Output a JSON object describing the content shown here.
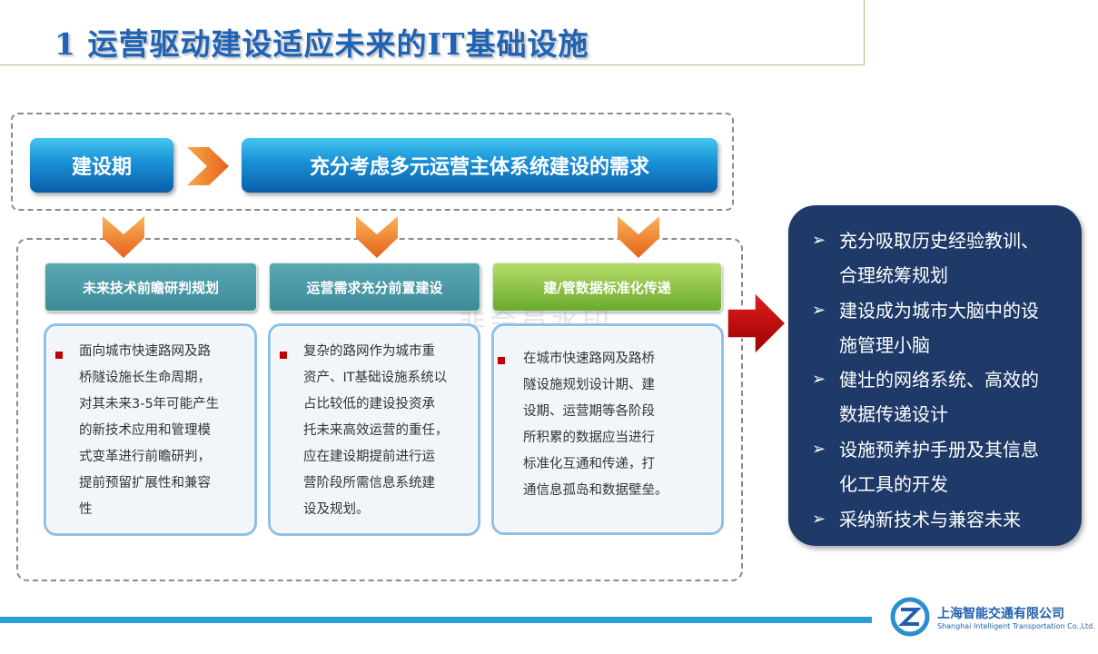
{
  "slide": {
    "title": "1 运营驱动建设适应未来的IT基础设施"
  },
  "header": {
    "phase_label": "建设期",
    "need_label": "充分考虑多元运营主体系统建设的需求"
  },
  "columns": [
    {
      "heading": "未来技术前瞻研判规划",
      "lines": [
        "面向城市快速路网及路",
        "桥隧设施长生命周期，",
        "对其未来3-5年可能产生",
        "的新技术应用和管理模",
        "式变革进行前瞻研判，",
        "提前预留扩展性和兼容",
        "性"
      ]
    },
    {
      "heading": "运营需求充分前置建设",
      "lines": [
        "复杂的路网作为城市重",
        "资产、IT基础设施系统以",
        "占比较低的建设投资承",
        "托未来高效运营的重任，",
        "应在建设期提前进行运",
        "营阶段所需信息系统建",
        "设及规划。"
      ]
    },
    {
      "heading": "建/管数据标准化传递",
      "lines": [
        "在城市快速路网及路桥",
        "隧设施规划设计期、建",
        "设期、运营期等各阶段",
        "所积累的数据应当进行",
        "标准化互通和传递，打",
        "通信息孤岛和数据壁垒。"
      ]
    }
  ],
  "panel": {
    "items": [
      {
        "lines": [
          "充分吸取历史经验教训、",
          "合理统筹规划"
        ]
      },
      {
        "lines": [
          "建设成为城市大脑中的设",
          "施管理小脑"
        ]
      },
      {
        "lines": [
          "健壮的网络系统、高效的",
          "数据传递设计"
        ]
      },
      {
        "lines": [
          "设施预养护手册及其信息",
          "化工具的开发"
        ]
      },
      {
        "lines": [
          "采纳新技术与兼容未来"
        ]
      }
    ]
  },
  "watermark": "非会员水印",
  "footer": {
    "company_cn": "上海智能交通有限公司",
    "company_en": "Shanghai Intelligent Transportation Co.,Ltd."
  },
  "colors": {
    "title": "#1f63b5",
    "bullet": "#c00000",
    "panel": "#1f3a68",
    "arrow": "#c00000",
    "chevron": "#f07c1a"
  }
}
